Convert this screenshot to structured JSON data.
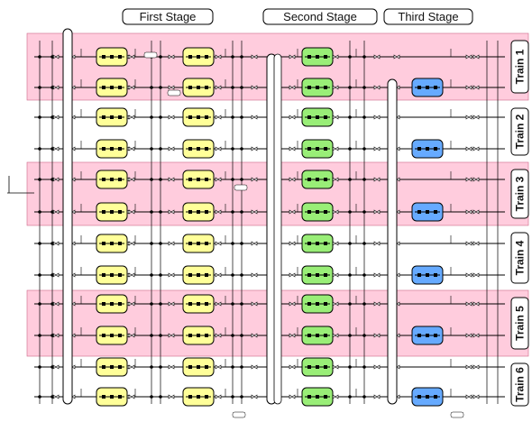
{
  "stages": [
    {
      "label": "First Stage"
    },
    {
      "label": "Second Stage"
    },
    {
      "label": "Third Stage"
    }
  ],
  "trains": [
    {
      "label": "Train 1",
      "shaded": true
    },
    {
      "label": "Train 2",
      "shaded": false
    },
    {
      "label": "Train 3",
      "shaded": true
    },
    {
      "label": "Train 4",
      "shaded": false
    },
    {
      "label": "Train 5",
      "shaded": true
    },
    {
      "label": "Train 6",
      "shaded": false
    }
  ],
  "colors": {
    "band": "#ffccdd",
    "first_stage_unit": "#ffff99",
    "second_stage_unit": "#99ee77",
    "third_stage_unit": "#66aaff",
    "line": "#000000"
  },
  "icons": [
    "valve-icon",
    "check-valve-icon",
    "junction-dot-icon",
    "vertical-header-pipe"
  ]
}
